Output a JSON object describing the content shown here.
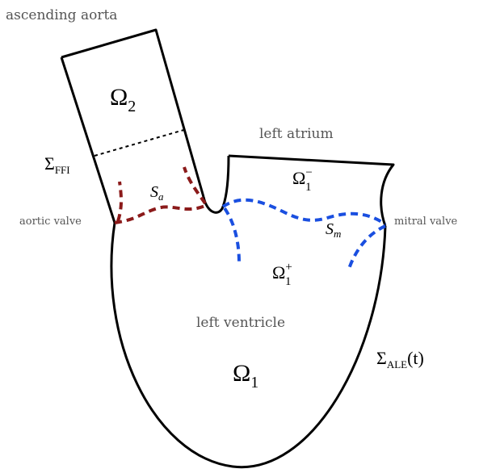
{
  "labels": {
    "ascending_aorta": "ascending aorta",
    "left_atrium": "left atrium",
    "aortic_valve": "aortic valve",
    "mitral_valve": "mitral valve",
    "left_ventricle": "left ventricle"
  },
  "math": {
    "omega2": {
      "base": "Ω",
      "sub": "2"
    },
    "omega1": {
      "base": "Ω",
      "sub": "1"
    },
    "omega1_minus": {
      "base": "Ω",
      "sub": "1",
      "sup": "−"
    },
    "omega1_plus": {
      "base": "Ω",
      "sub": "1",
      "sup": "+"
    },
    "sigma_ffi": {
      "base": "Σ",
      "sub": "FFI"
    },
    "sigma_ale": {
      "base": "Σ",
      "sub": "ALE",
      "tail": "(t)"
    },
    "s_a": {
      "base": "S",
      "sub": "a"
    },
    "s_m": {
      "base": "S",
      "sub": "m"
    }
  },
  "colors": {
    "outline": "#000000",
    "aortic_valve_curve": "#8b1a1a",
    "mitral_valve_curve": "#1a4fe0",
    "label_gray": "#555555"
  }
}
